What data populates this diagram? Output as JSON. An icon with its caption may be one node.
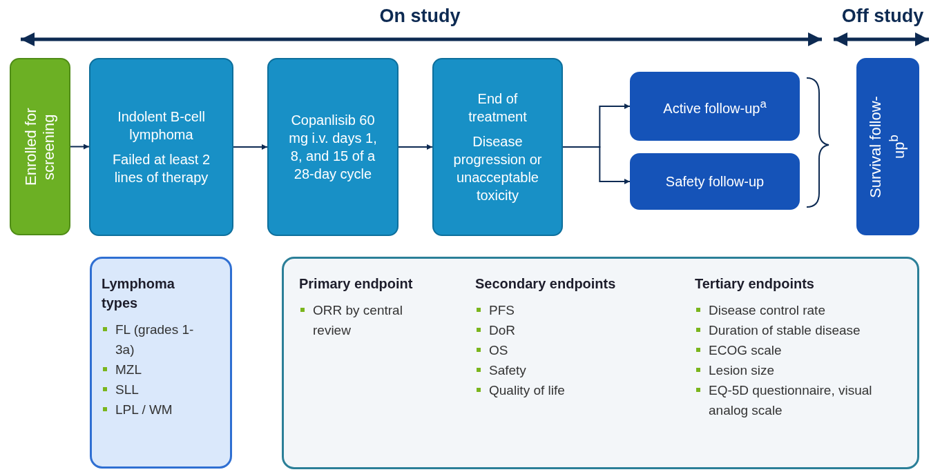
{
  "diagram": {
    "nodes": [
      {
        "text": [
          "Enrolled for screening"
        ]
      },
      {
        "text": [
          "Indolent B-cell lymphoma",
          "Failed at least 2 lines of therapy"
        ]
      },
      {
        "text": [
          "Copanlisib 60 mg i.v. days 1, 8, and 15 of a 28-day cycle"
        ]
      },
      {
        "text": [
          "End of treatment",
          "Disease progression or unacceptable toxicity"
        ]
      },
      {
        "text": [
          "Active follow-up$^{a}$"
        ]
      },
      {
        "text": [
          "Safety follow-up"
        ]
      },
      {
        "text": [
          "Survival follow-up$^{b}$"
        ]
      },
      {
        "text": [
          "Lymphoma types",
          "FL (grades 1-3a)",
          "MZL",
          "SLL",
          "LPL / WM"
        ]
      },
      {
        "text": [
          "Primary endpoint",
          "ORR by central review",
          "Secondary endpoints",
          "PFS",
          "DoR",
          "OS",
          "Safety",
          "Quality of life",
          "Tertiary endpoints",
          "Disease control rate",
          "Duration of stable disease",
          "ECOG scale",
          "Lesion size",
          "EQ-5D questionnaire, visual analog scale"
        ]
      }
    ],
    "edges": [
      {
        "from": 0,
        "to": 1,
        "arrow": "to"
      },
      {
        "from": 1,
        "to": 2,
        "arrow": "to"
      },
      {
        "from": 2,
        "to": 3,
        "arrow": "to"
      },
      {
        "from": 3,
        "to": 4,
        "arrow": "to"
      },
      {
        "from": 3,
        "to": 5,
        "arrow": "to"
      }
    ],
    "labels": [
      "On study",
      "Off study"
    ]
  }
}
